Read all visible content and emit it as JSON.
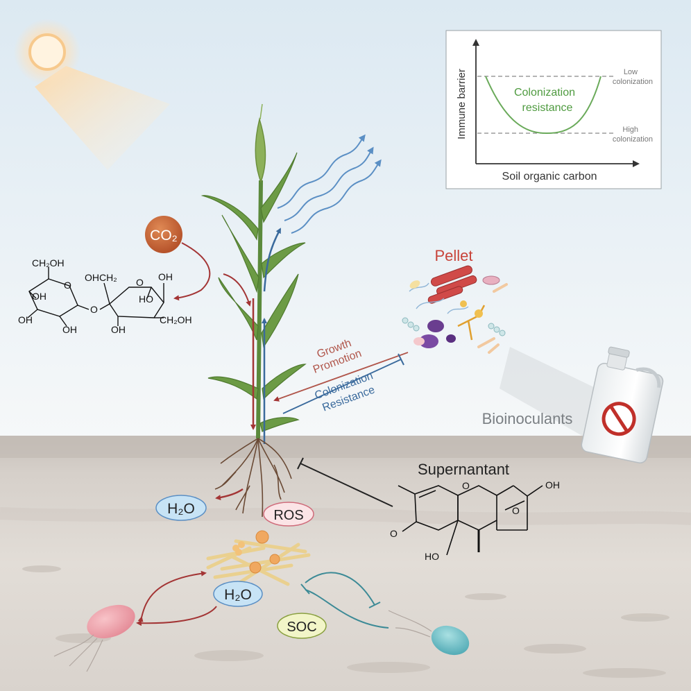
{
  "inset_chart": {
    "ylabel": "Immune barrier",
    "xlabel": "Soil organic carbon",
    "curve_label_line1": "Colonization",
    "curve_label_line2": "resistance",
    "low_line1": "Low",
    "low_line2": "colonization",
    "high_line1": "High",
    "high_line2": "colonization"
  },
  "labels": {
    "co2": "CO₂",
    "pellet": "Pellet",
    "growth_line1": "Growth",
    "growth_line2": "Promotion",
    "colres_line1": "Colonization",
    "colres_line2": "Resistance",
    "bioinoculants": "Bioinoculants",
    "supernatant": "Supernantant",
    "h2o_top": "H₂O",
    "ros": "ROS",
    "h2o_bottom": "H₂O",
    "soc": "SOC"
  },
  "sugar": {
    "ch2oh_top": "CH₂OH",
    "ohch2": "OHCH₂",
    "oh_ring1_a": "OH",
    "oh_ring1_b": "OH",
    "oh_ring1_c": "OH",
    "o_ring1": "O",
    "o_link": "O",
    "o_ring2": "O",
    "oh_ring2_top": "OH",
    "ho_ring2": "HO",
    "oh_ring2_b": "OH",
    "ch2oh_ring2": "CH₂OH"
  },
  "toxin": {
    "o_ring": "O",
    "oh_right": "OH",
    "o_epox": "O",
    "o_keto": "O",
    "ho_bottom": "HO"
  },
  "colors": {
    "red_arrow": "#a33535",
    "blue_arrow": "#3a6a9c",
    "green_curve": "#6aaa5a",
    "green_text": "#4e9a3f",
    "pellet_red": "#c8443a",
    "teal_line": "#3c8a96"
  }
}
